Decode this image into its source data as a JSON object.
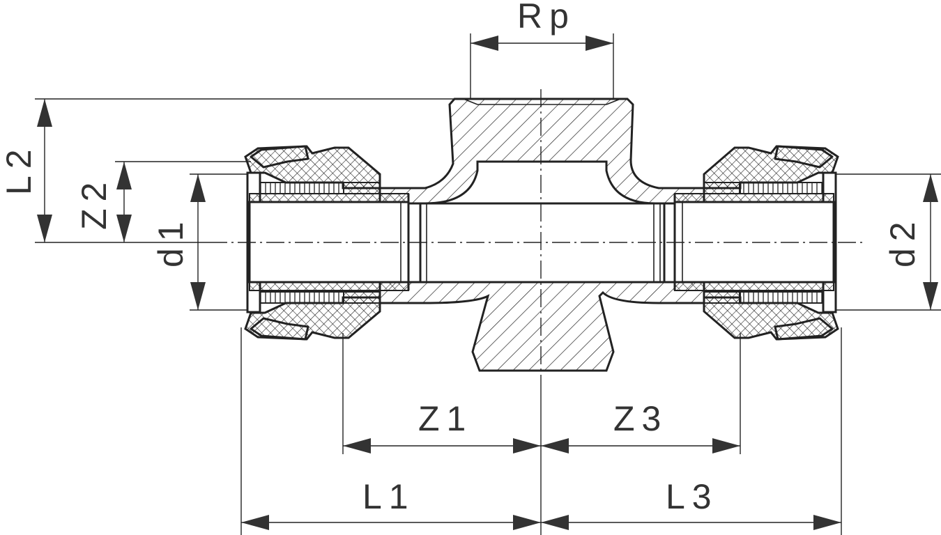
{
  "labels": {
    "rp": "Rp",
    "l2": "L2",
    "z2": "Z2",
    "d1": "d1",
    "d2": "d2",
    "z1": "Z1",
    "z3": "Z3",
    "l1": "L1",
    "l3": "L3"
  }
}
